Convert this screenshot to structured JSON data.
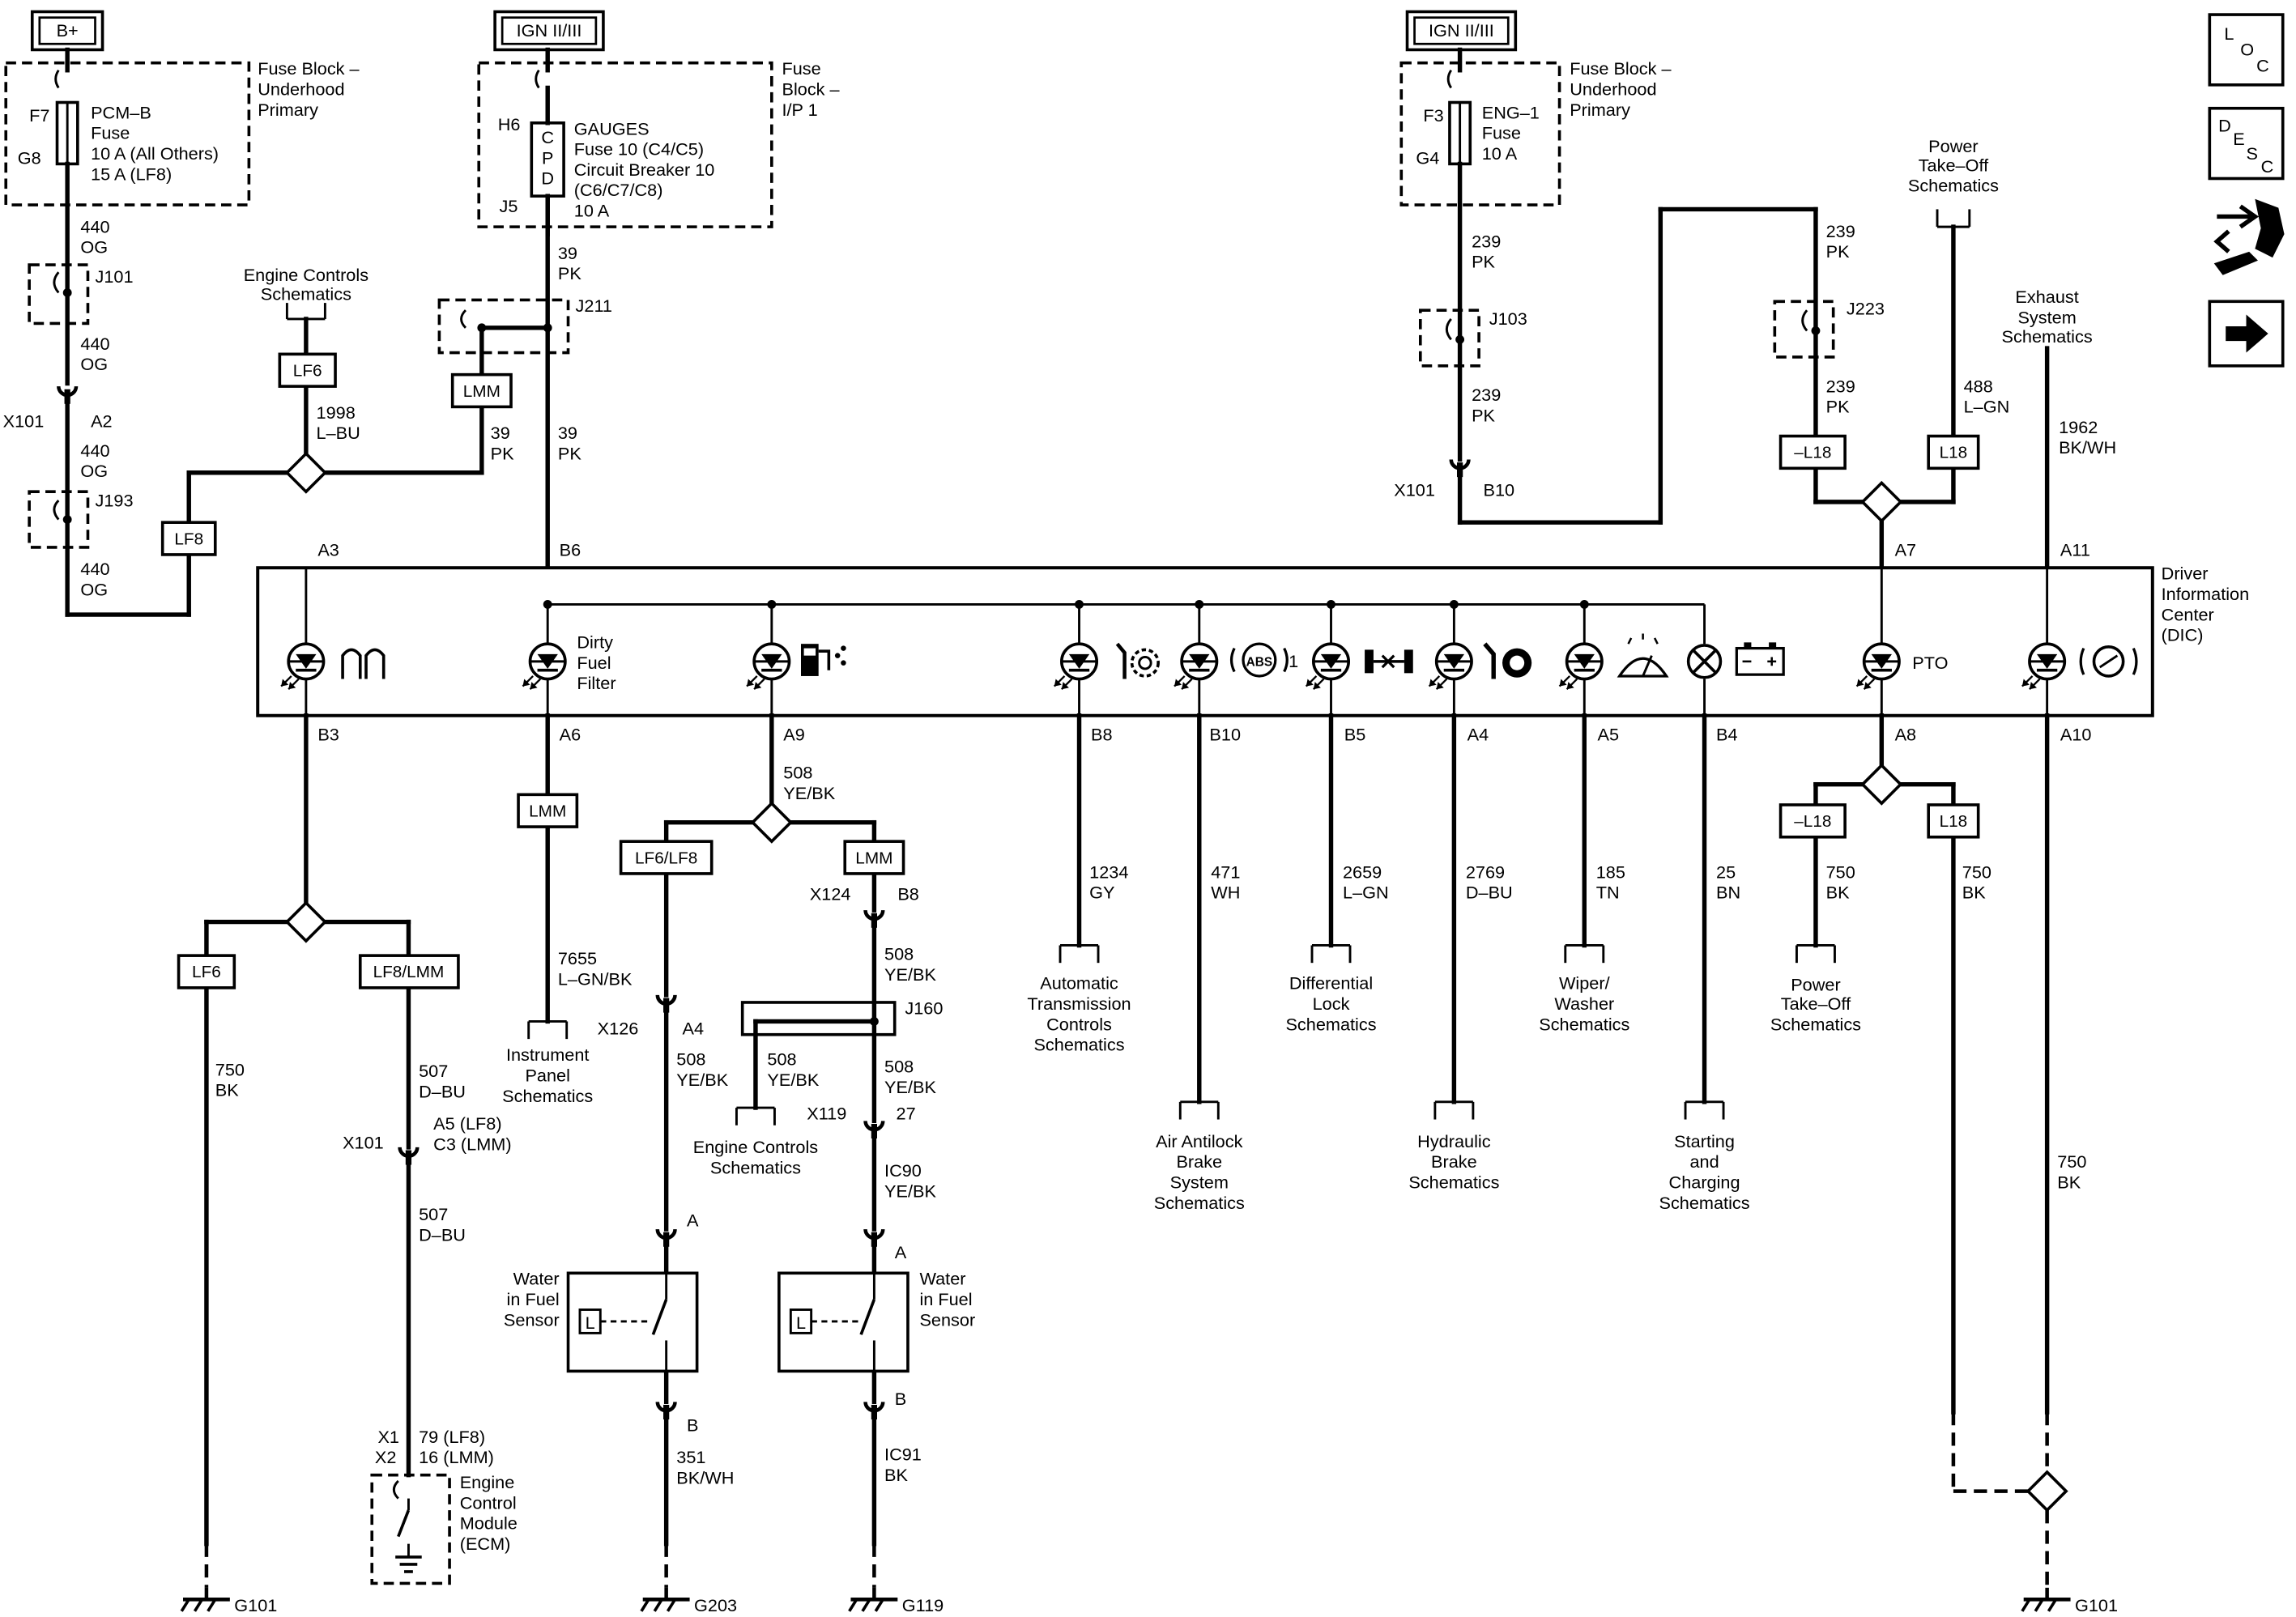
{
  "power_sources": {
    "b_plus": "B+",
    "ign_1": "IGN II/III",
    "ign_2": "IGN II/III"
  },
  "fuse_block_underhood_1": {
    "title": [
      "Fuse Block –",
      "Underhood",
      "Primary"
    ],
    "pin_top": "F7",
    "pin_bottom": "G8",
    "fuse_desc": [
      "PCM–B",
      "Fuse",
      "10 A (All Others)",
      "15 A (LF8)"
    ]
  },
  "fuse_block_ip": {
    "title": [
      "Fuse",
      "Block –",
      "I/P 1"
    ],
    "pin_top": "H6",
    "pin_bottom": "J5",
    "cpd": [
      "C",
      "P",
      "D"
    ],
    "desc": [
      "GAUGES",
      "Fuse 10 (C4/C5)",
      "Circuit Breaker 10",
      "(C6/C7/C8)",
      "10 A"
    ]
  },
  "fuse_block_underhood_2": {
    "title": [
      "Fuse Block –",
      "Underhood",
      "Primary"
    ],
    "pin_top": "F3",
    "pin_bottom": "G4",
    "fuse_desc": [
      "ENG–1",
      "Fuse",
      "10 A"
    ]
  },
  "nav_icons": {
    "loc": [
      "L",
      "O",
      "C"
    ],
    "desc": [
      "D",
      "E",
      "S",
      "C"
    ]
  },
  "wires": {
    "w440_a": [
      "440",
      "OG"
    ],
    "w440_b": [
      "440",
      "OG"
    ],
    "w440_c": [
      "440",
      "OG"
    ],
    "w440_d": [
      "440",
      "OG"
    ],
    "w39_a": [
      "39",
      "PK"
    ],
    "w39_b": [
      "39",
      "PK"
    ],
    "w39_c": [
      "39",
      "PK"
    ],
    "w1998": [
      "1998",
      "L–BU"
    ],
    "w239_a": [
      "239",
      "PK"
    ],
    "w239_b": [
      "239",
      "PK"
    ],
    "w239_c": [
      "239",
      "PK"
    ],
    "w239_d": [
      "239",
      "PK"
    ],
    "w488": [
      "488",
      "L–GN"
    ],
    "w1962": [
      "1962",
      "BK/WH"
    ],
    "w750_lf6": [
      "750",
      "BK"
    ],
    "w507_a": [
      "507",
      "D–BU"
    ],
    "w507_b": [
      "507",
      "D–BU"
    ],
    "w7655": [
      "7655",
      "L–GN/BK"
    ],
    "w508_a": [
      "508",
      "YE/BK"
    ],
    "w508_b": [
      "508",
      "YE/BK"
    ],
    "w508_c": [
      "508",
      "YE/BK"
    ],
    "w508_d": [
      "508",
      "YE/BK"
    ],
    "w508_e": [
      "508",
      "YE/BK"
    ],
    "wic90": [
      "IC90",
      "YE/BK"
    ],
    "w351": [
      "351",
      "BK/WH"
    ],
    "wic91": [
      "IC91",
      "BK"
    ],
    "w1234": [
      "1234",
      "GY"
    ],
    "w471": [
      "471",
      "WH"
    ],
    "w2659": [
      "2659",
      "L–GN"
    ],
    "w2769": [
      "2769",
      "D–BU"
    ],
    "w185": [
      "185",
      "TN"
    ],
    "w25": [
      "25",
      "BN"
    ],
    "w750_pto": [
      "750",
      "BK"
    ],
    "w750_l18": [
      "750",
      "BK"
    ],
    "w750_a10": [
      "750",
      "BK"
    ]
  },
  "splices": {
    "j101": "J101",
    "j193": "J193",
    "j211": "J211",
    "j103": "J103",
    "j223": "J223",
    "j160": "J160"
  },
  "connectors": {
    "x101_a2": [
      "X101",
      "A2"
    ],
    "x101_b10": [
      "X101",
      "B10"
    ],
    "x126": [
      "X126",
      "A4"
    ],
    "x124": [
      "X124",
      "B8"
    ],
    "x119": [
      "X119",
      "27"
    ],
    "x101_a5": [
      "X101",
      "A5 (LF8)",
      "C3 (LMM)"
    ],
    "x1_x2": [
      "X1",
      "X2",
      "79 (LF8)",
      "16 (LMM)"
    ]
  },
  "options": {
    "lf6_top": "LF6",
    "lmm_top": "LMM",
    "lf8_left": "LF8",
    "l18_minus_top": "–L18",
    "l18_top": "L18",
    "lmm_a6": "LMM",
    "lf6lf8": "LF6/LF8",
    "lmm_b8": "LMM",
    "lf6_bottom": "LF6",
    "lf8lmm": "LF8/LMM",
    "l18_minus_bottom": "–L18",
    "l18_bottom": "L18"
  },
  "references": {
    "engine_controls_top": [
      "Engine Controls",
      "Schematics"
    ],
    "pto_top": [
      "Power",
      "Take–Off",
      "Schematics"
    ],
    "exhaust": [
      "Exhaust",
      "System",
      "Schematics"
    ],
    "instrument_panel": [
      "Instrument",
      "Panel",
      "Schematics"
    ],
    "engine_controls_bottom": [
      "Engine Controls",
      "Schematics"
    ],
    "auto_trans": [
      "Automatic",
      "Transmission",
      "Controls",
      "Schematics"
    ],
    "air_antilock": [
      "Air Antilock",
      "Brake",
      "System",
      "Schematics"
    ],
    "diff_lock": [
      "Differential",
      "Lock",
      "Schematics"
    ],
    "hydraulic_brake": [
      "Hydraulic",
      "Brake",
      "Schematics"
    ],
    "wiper": [
      "Wiper/",
      "Washer",
      "Schematics"
    ],
    "starting": [
      "Starting",
      "and",
      "Charging",
      "Schematics"
    ],
    "pto_bottom": [
      "Power",
      "Take–Off",
      "Schematics"
    ]
  },
  "dic": {
    "title": [
      "Driver",
      "Information",
      "Center",
      "(DIC)"
    ],
    "pins_top": {
      "a3": "A3",
      "b6": "B6",
      "a7": "A7",
      "a11": "A11"
    },
    "pins_bottom": {
      "b3": "B3",
      "a6": "A6",
      "a9": "A9",
      "b8": "B8",
      "b10": "B10",
      "b5": "B5",
      "a4": "A4",
      "a5": "A5",
      "b4": "B4",
      "a8": "A8",
      "a10": "A10"
    },
    "dirty_fuel_filter": [
      "Dirty",
      "Fuel",
      "Filter"
    ],
    "abs_symbol": "ABS",
    "abs_suffix": "1",
    "pto_label": "PTO"
  },
  "sensors": {
    "water_fuel_1": [
      "Water",
      "in Fuel",
      "Sensor"
    ],
    "water_fuel_2": [
      "Water",
      "in Fuel",
      "Sensor"
    ],
    "level_letter": "L",
    "pin_a": "A",
    "pin_b": "B"
  },
  "ecm": [
    "Engine",
    "Control",
    "Module",
    "(ECM)"
  ],
  "grounds": {
    "g101_left": "G101",
    "g203": "G203",
    "g119": "G119",
    "g101_right": "G101"
  }
}
